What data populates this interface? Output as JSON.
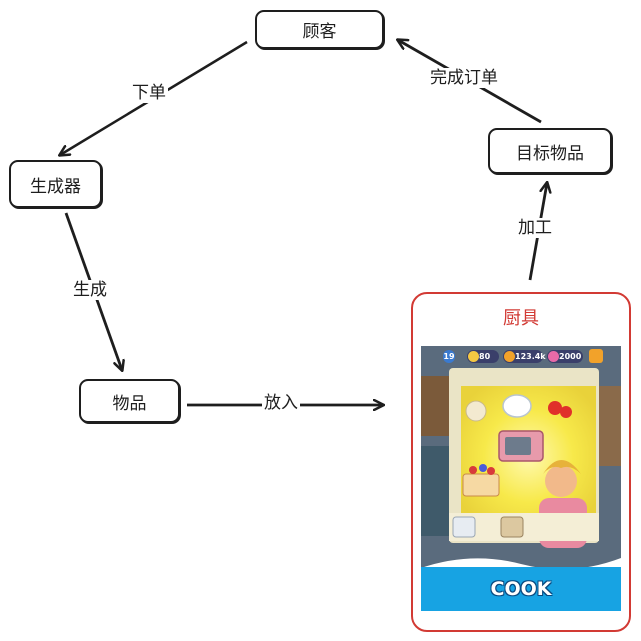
{
  "nodes": {
    "customer": "顾客",
    "generator": "生成器",
    "item": "物品",
    "target_item": "目标物品",
    "kitchenware": "厨具"
  },
  "edges": {
    "place_order": "下单",
    "generate": "生成",
    "put_in": "放入",
    "process": "加工",
    "complete_order": "完成订单"
  },
  "game": {
    "level": "19",
    "energy": "80",
    "coins": "123.4k",
    "gems": "2000",
    "cook_button": "COOK"
  },
  "colors": {
    "stroke": "#1e1e1e",
    "kitchenware_border": "#d23a34",
    "cook_button": "#17a3e3"
  }
}
